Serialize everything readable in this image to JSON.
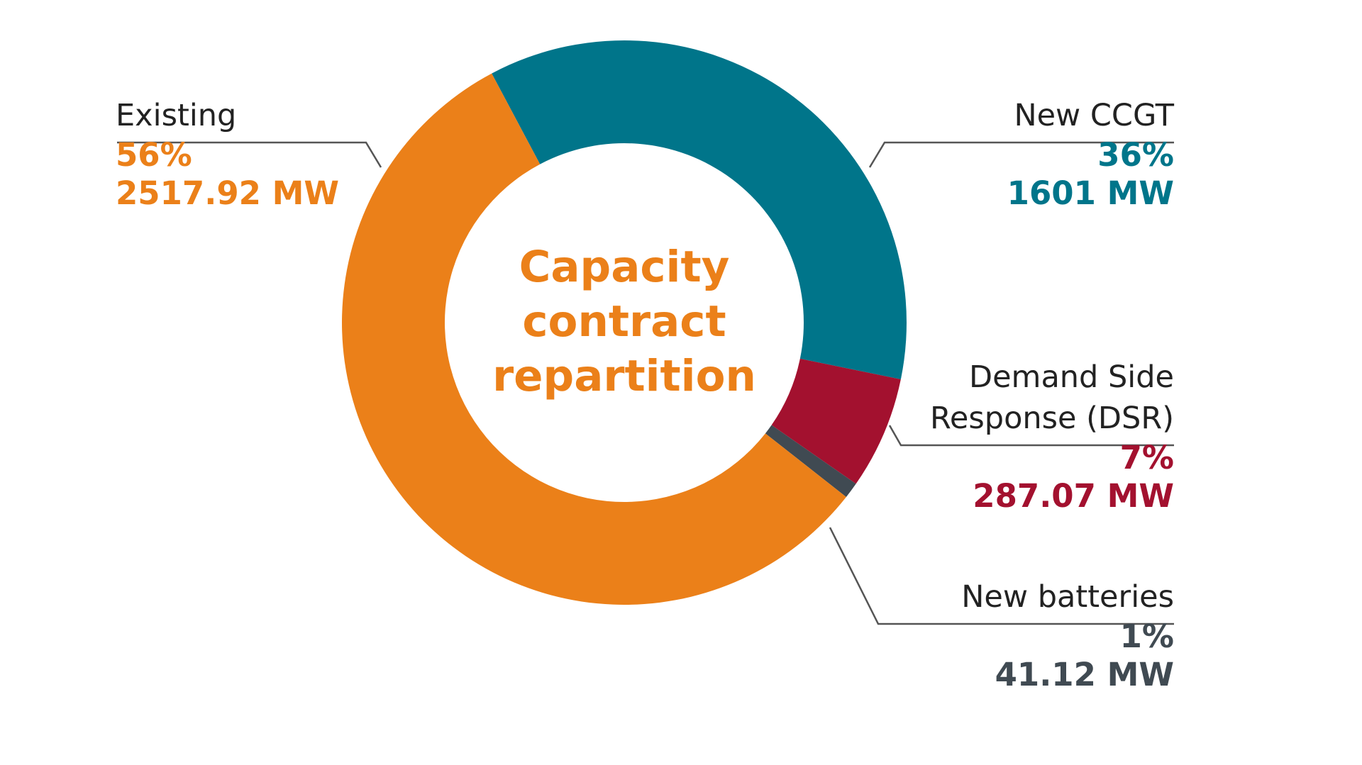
{
  "chart_data": {
    "type": "pie",
    "style": "donut",
    "title_lines": [
      "Capacity",
      "contract",
      "repartition"
    ],
    "slices": [
      {
        "label": "New CCGT",
        "percent_text": "36%",
        "value": 1601,
        "value_text": "1601 MW",
        "color": "#00758a"
      },
      {
        "label_lines": [
          "Demand Side",
          "Response (DSR)"
        ],
        "percent_text": "7%",
        "value": 287.07,
        "value_text": "287.07 MW",
        "color": "#a3112f"
      },
      {
        "label": "New batteries",
        "percent_text": "1%",
        "value": 41.12,
        "value_text": "41.12 MW",
        "color": "#404a52"
      },
      {
        "label": "Existing",
        "percent_text": "56%",
        "value": 2517.92,
        "value_text": "2517.92 MW",
        "color": "#eb8019"
      }
    ],
    "legend": "none",
    "grid": false
  }
}
